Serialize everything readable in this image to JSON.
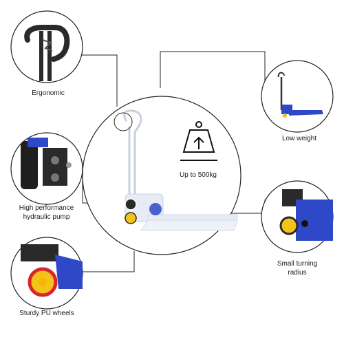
{
  "center": {
    "capacity_label": "Up to 500kg"
  },
  "features": {
    "ergonomic": {
      "label": "Ergonomic"
    },
    "low_weight": {
      "label": "Low weight"
    },
    "hydraulic_pump": {
      "line1": "High performance",
      "line2": "hydraulic pump"
    },
    "turning_radius": {
      "line1": "Small turning",
      "line2": "radius"
    },
    "pu_wheels": {
      "label": "Sturdy PU wheels"
    }
  },
  "colors": {
    "outline": "#222222",
    "product_blue": "#2f48c8",
    "wheel_yellow": "#f3c21b",
    "wheel_red": "#d9262a",
    "ghost_blue": "#dfe6f7",
    "dark_metal": "#2a2a2a"
  },
  "icons": {
    "capacity": "weight-icon",
    "arrow": "arrow-up-icon"
  }
}
